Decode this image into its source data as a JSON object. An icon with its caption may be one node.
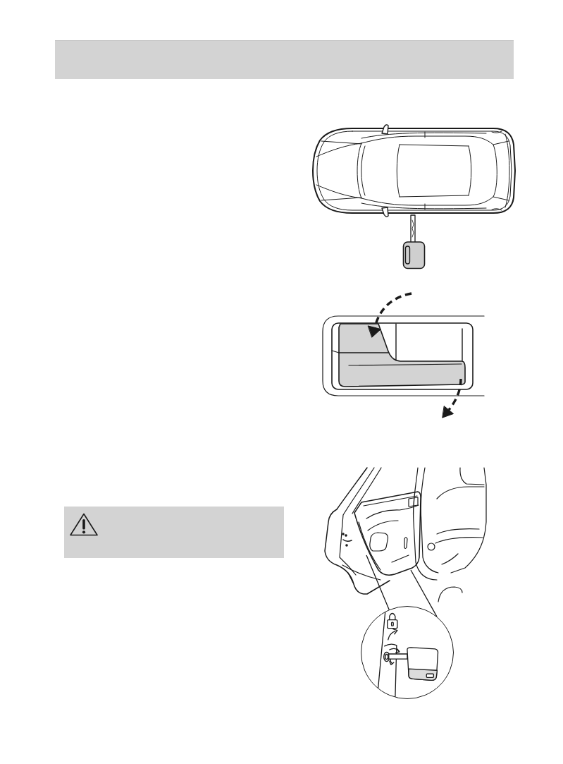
{
  "diagram": {
    "nodes": [
      {
        "text": [],
        "shape": "band"
      },
      {
        "text": [],
        "shape": "box"
      },
      {
        "text": [],
        "shape": "circle"
      }
    ],
    "edges": [
      {
        "from": null,
        "to": 2,
        "arrow": "none"
      },
      {
        "from": null,
        "to": 2,
        "arrow": "none"
      }
    ]
  }
}
